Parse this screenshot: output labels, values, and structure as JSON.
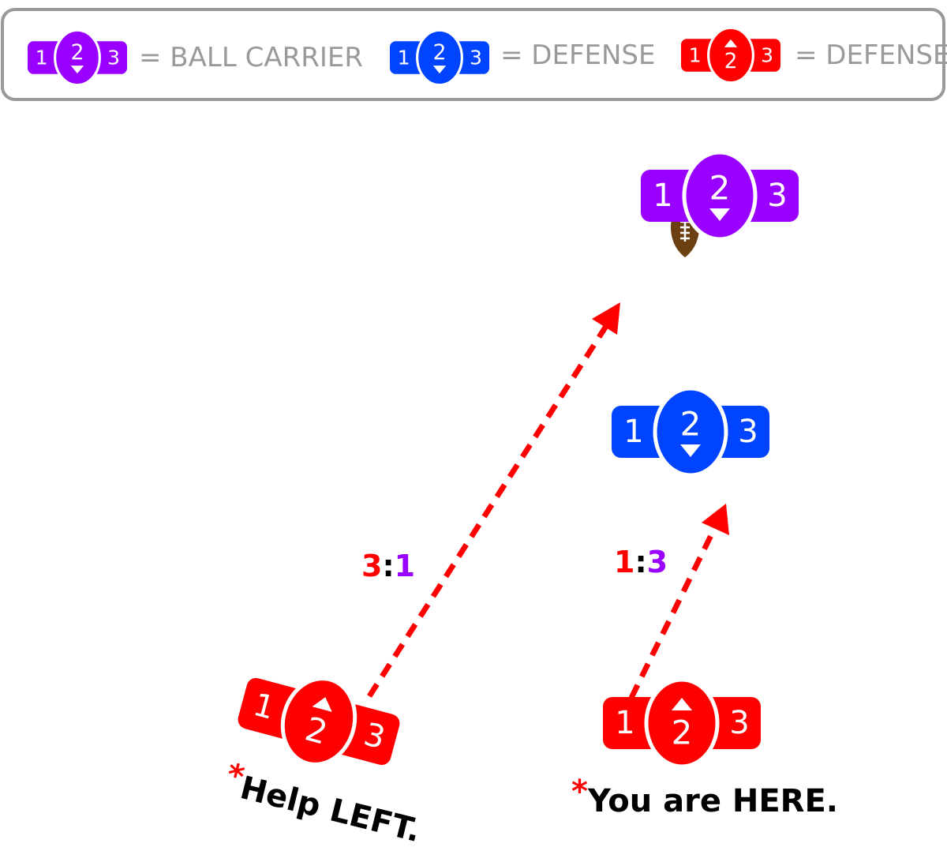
{
  "colors": {
    "ball_carrier": "#9900ff",
    "defense_blue": "#0044ff",
    "defense_red": "#ff0000",
    "legend_border": "#999999",
    "legend_text": "#9a9a9a",
    "football": "#6b3f12",
    "route": "#ff0000"
  },
  "legend": {
    "items": [
      {
        "label": "= BALL CARRIER",
        "color_key": "ball_carrier",
        "arrow": "down"
      },
      {
        "label": "= DEFENSE",
        "color_key": "defense_blue",
        "arrow": "down"
      },
      {
        "label": "= DEFENSE",
        "color_key": "defense_red",
        "arrow": "up"
      }
    ]
  },
  "player_labels": {
    "left": "1",
    "center": "2",
    "right": "3"
  },
  "players": [
    {
      "name": "ball-carrier",
      "color_key": "ball_carrier",
      "arrow": "down",
      "has_football": true
    },
    {
      "name": "blue-defender",
      "color_key": "defense_blue",
      "arrow": "down"
    },
    {
      "name": "red-defender-help-left",
      "color_key": "defense_red",
      "arrow": "up"
    },
    {
      "name": "red-defender-you",
      "color_key": "defense_red",
      "arrow": "up"
    }
  ],
  "ratios": [
    {
      "first": "3",
      "sep": ":",
      "second": "1"
    },
    {
      "first": "1",
      "sep": ":",
      "second": "3"
    }
  ],
  "notes": {
    "help_left": {
      "star": "*",
      "text": "Help LEFT."
    },
    "you_are_here": {
      "star": "*",
      "text": "You are HERE."
    }
  }
}
